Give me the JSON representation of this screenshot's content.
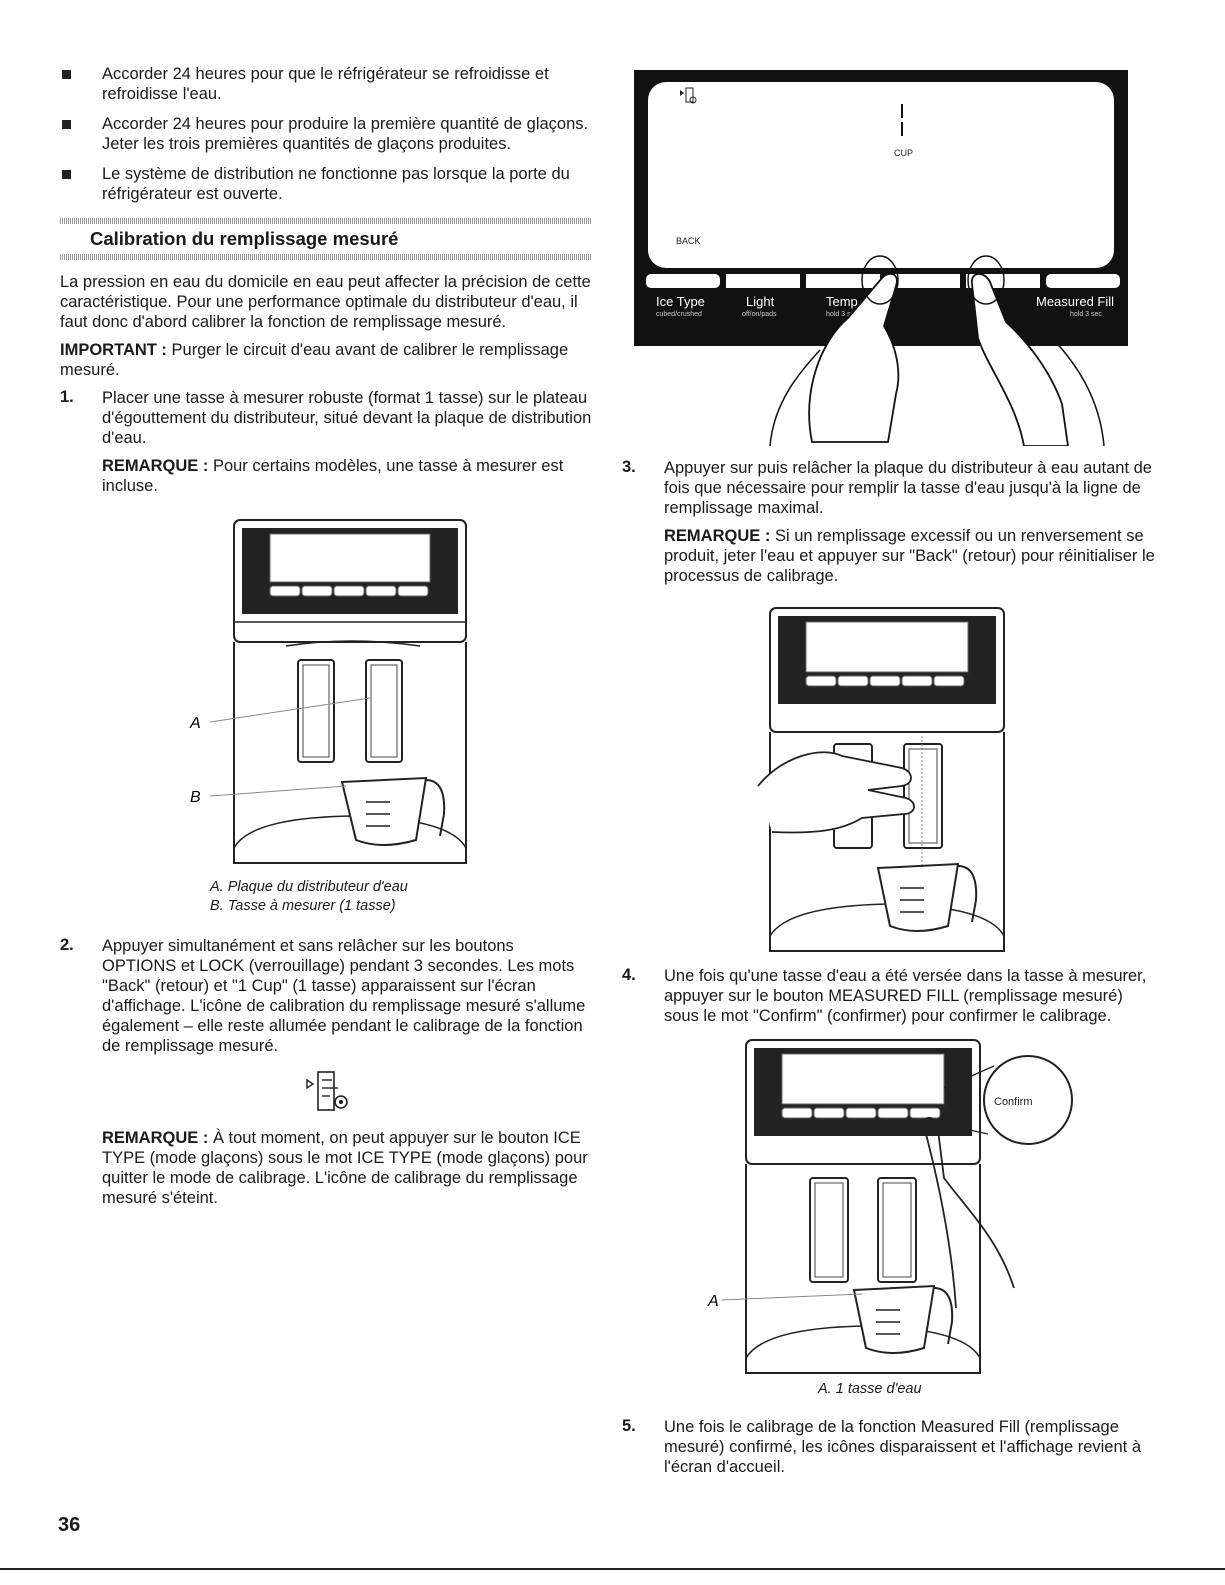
{
  "bullets": [
    "Accorder 24 heures pour que le réfrigérateur se refroidisse et refroidisse l'eau.",
    "Accorder 24 heures pour produire la première quantité de glaçons. Jeter les trois premières quantités de glaçons produites.",
    "Le système de distribution ne fonctionne pas lorsque la porte du réfrigérateur est ouverte."
  ],
  "section_title": "Calibration du remplissage mesuré",
  "intro": "La pression en eau du domicile en eau peut affecter la précision de cette caractéristique. Pour une performance optimale du distributeur d'eau, il faut donc d'abord calibrer la fonction de remplissage mesuré.",
  "important_label": "IMPORTANT :",
  "important_text": "Purger le circuit d'eau avant de calibrer le remplissage mesuré.",
  "steps": {
    "s1": {
      "num": "1.",
      "text": "Placer une tasse à mesurer robuste (format 1 tasse) sur le plateau d'égouttement du distributeur, situé devant la plaque de distribution d'eau.",
      "note_label": "REMARQUE :",
      "note_text": "Pour certains modèles, une tasse à mesurer est incluse."
    },
    "s2": {
      "num": "2.",
      "text": "Appuyer simultanément et sans relâcher sur les boutons OPTIONS et LOCK (verrouillage) pendant 3 secondes. Les mots \"Back\" (retour) et \"1 Cup\" (1 tasse) apparaissent sur l'écran d'affichage. L'icône de calibration du remplissage mesuré s'allume également – elle reste allumée pendant le calibrage de la fonction de remplissage mesuré.",
      "note_label": "REMARQUE :",
      "note_text": "À tout moment, on peut appuyer sur le bouton ICE TYPE (mode glaçons) sous le mot ICE TYPE (mode glaçons) pour quitter le mode de calibrage. L'icône de calibrage du remplissage mesuré s'éteint."
    },
    "s3": {
      "num": "3.",
      "text": "Appuyer sur puis relâcher la plaque du distributeur à eau autant de fois que nécessaire pour remplir la tasse d'eau jusqu'à la ligne de remplissage maximal.",
      "note_label": "REMARQUE :",
      "note_text": "Si un remplissage excessif ou un renversement se produit, jeter l'eau et appuyer sur \"Back\" (retour) pour réinitialiser le processus de calibrage."
    },
    "s4": {
      "num": "4.",
      "text": "Une fois qu'une tasse d'eau a été versée dans la tasse à mesurer, appuyer sur le bouton MEASURED FILL (remplissage mesuré) sous le mot \"Confirm\" (confirmer) pour confirmer le calibrage."
    },
    "s5": {
      "num": "5.",
      "text": "Une fois le calibrage de la fonction Measured Fill (remplissage mesuré) confirmé, les icônes disparaissent et l'affichage revient à l'écran d'accueil."
    }
  },
  "fig1": {
    "label_a": "A",
    "label_b": "B",
    "caption_a": "A. Plaque du distributeur d'eau",
    "caption_b": "B. Tasse à mesurer (1 tasse)"
  },
  "panel": {
    "cup": "CUP",
    "back": "BACK",
    "buttons": [
      {
        "label": "Ice Type",
        "sub": "cubed/crushed"
      },
      {
        "label": "Light",
        "sub": "off/on/pads"
      },
      {
        "label": "Temp",
        "sub": "hold 3 sec"
      },
      {
        "label": "Measured Fill",
        "sub": "hold 3 sec"
      }
    ]
  },
  "fig4": {
    "confirm": "Confirm",
    "label_a": "A",
    "caption": "A. 1 tasse d'eau"
  },
  "page_number": "36",
  "colors": {
    "panel_bg": "#111111",
    "screen_bg": "#ffffff",
    "ink": "#1a1a1a"
  }
}
